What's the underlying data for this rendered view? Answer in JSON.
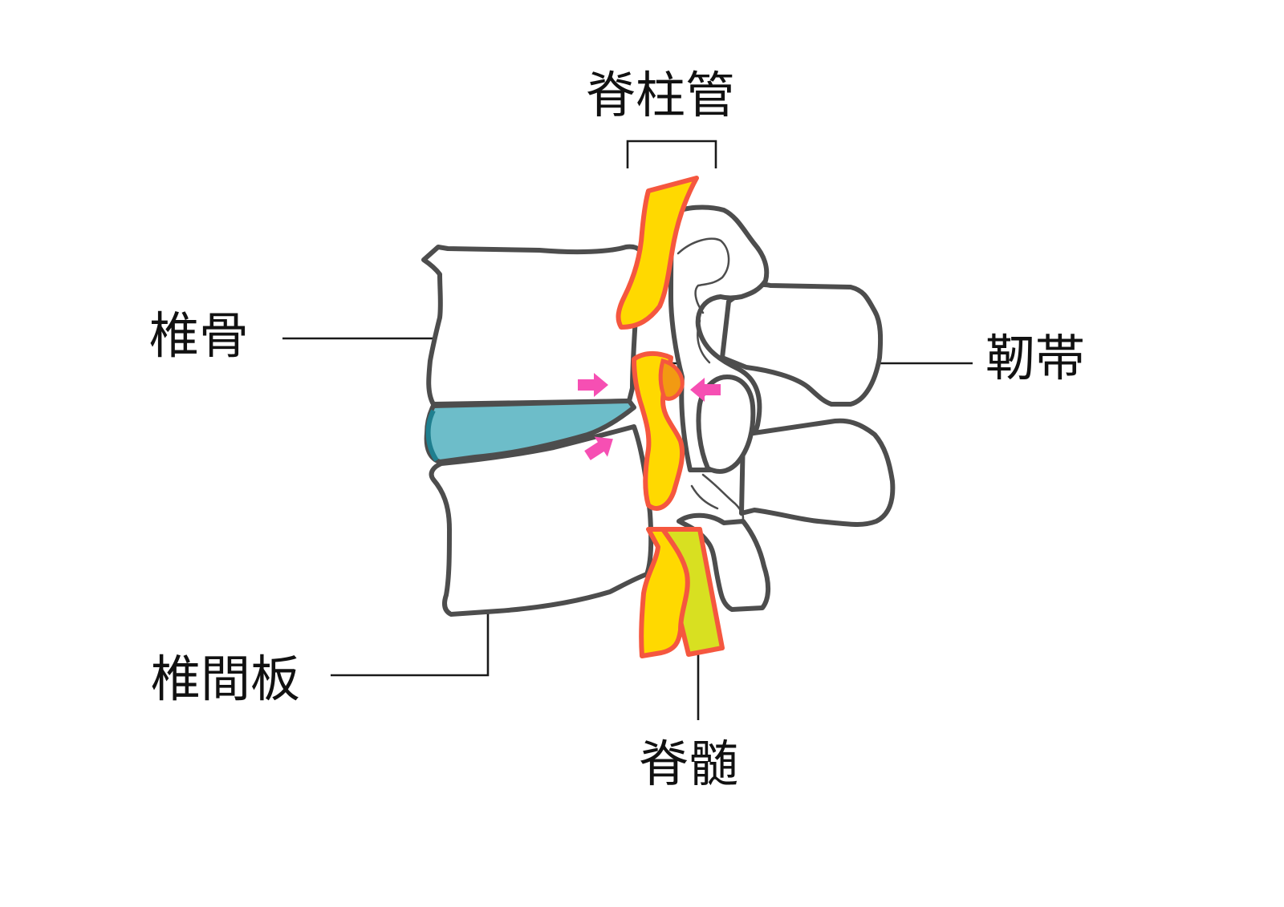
{
  "labels": {
    "spinal_canal": "脊柱管",
    "vertebra": "椎骨",
    "ligament": "靭帯",
    "intervertebral_disc": "椎間板",
    "spinal_cord": "脊髄"
  },
  "colors": {
    "outline": "#4d4d4d",
    "disc_fill": "#6dbdc9",
    "disc_edge": "#1f7f8f",
    "cord_yellow": "#ffd900",
    "cord_green": "#d8e021",
    "cord_outline": "#f5573f",
    "ligament_fill": "#f29a12",
    "arrow": "#f64fb3"
  },
  "icons": {
    "compression": "pink-arrow-icon"
  }
}
